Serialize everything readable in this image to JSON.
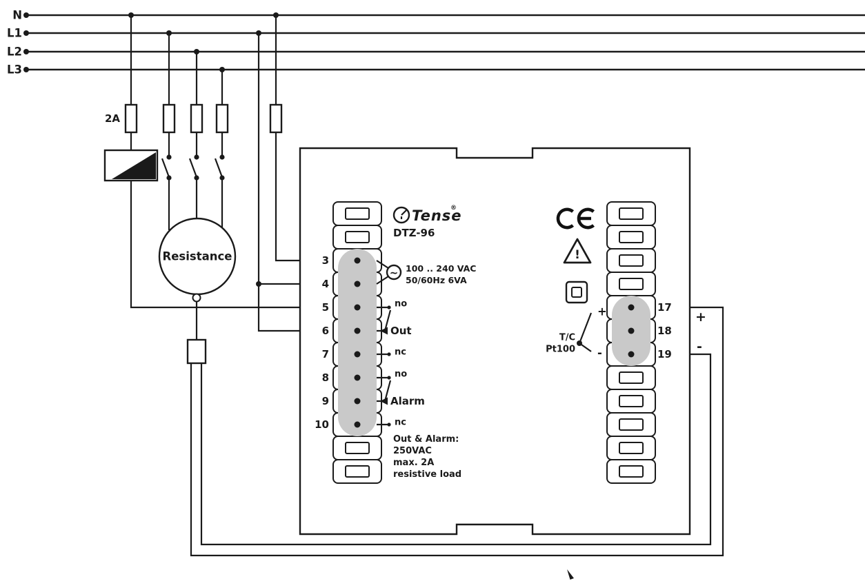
{
  "colors": {
    "ink": "#1a1a1a",
    "terminal_strip": "#c9c9c9"
  },
  "power_bus": {
    "labels": [
      "N",
      "L1",
      "L2",
      "L3"
    ]
  },
  "fuse_label": "2A",
  "load": {
    "label": "Resistance"
  },
  "device": {
    "brand": "Tense",
    "registered_mark": "®",
    "model": "DTZ-96",
    "ac_symbol": "~",
    "supply_rating": [
      "100 .. 240 VAC",
      "50/60Hz 6VA"
    ],
    "out_relay": {
      "no": "no",
      "label": "Out",
      "nc": "nc"
    },
    "alarm_relay": {
      "no": "no",
      "label": "Alarm",
      "nc": "nc"
    },
    "contact_rating_note": [
      "Out & Alarm:",
      "250VAC",
      "max. 2A",
      "resistive load"
    ],
    "left_terminals": [
      "3",
      "4",
      "5",
      "6",
      "7",
      "8",
      "9",
      "10"
    ],
    "right_terminals": [
      "17",
      "18",
      "19"
    ],
    "warning_mark": "!",
    "sensor_input": {
      "tc": "T/C",
      "pt100": "Pt100",
      "plus": "+",
      "minus": "-"
    },
    "field_polarity": {
      "plus": "+",
      "minus": "-"
    }
  }
}
